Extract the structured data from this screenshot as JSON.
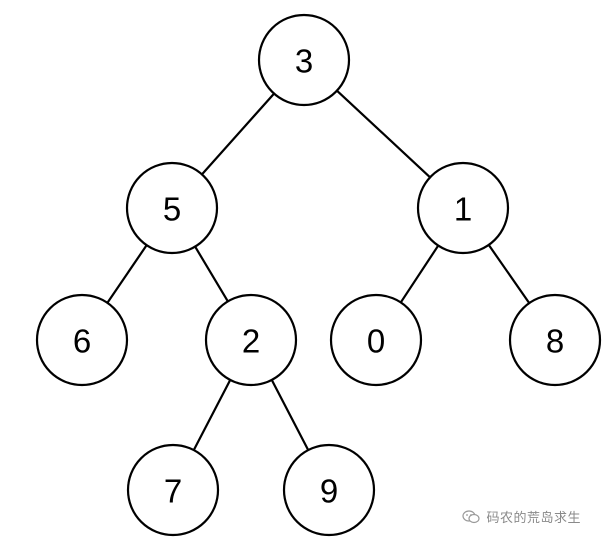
{
  "diagram": {
    "type": "binary-tree",
    "nodes": [
      {
        "id": "n3",
        "label": "3"
      },
      {
        "id": "n5",
        "label": "5"
      },
      {
        "id": "n1",
        "label": "1"
      },
      {
        "id": "n6",
        "label": "6"
      },
      {
        "id": "n2",
        "label": "2"
      },
      {
        "id": "n0",
        "label": "0"
      },
      {
        "id": "n8",
        "label": "8"
      },
      {
        "id": "n7",
        "label": "7"
      },
      {
        "id": "n9",
        "label": "9"
      }
    ],
    "edges": [
      {
        "from": "n3",
        "to": "n5"
      },
      {
        "from": "n3",
        "to": "n1"
      },
      {
        "from": "n5",
        "to": "n6"
      },
      {
        "from": "n5",
        "to": "n2"
      },
      {
        "from": "n1",
        "to": "n0"
      },
      {
        "from": "n1",
        "to": "n8"
      },
      {
        "from": "n2",
        "to": "n7"
      },
      {
        "from": "n2",
        "to": "n9"
      }
    ]
  },
  "watermark": {
    "text": "码农的荒岛求生",
    "icon": "wechat-icon"
  }
}
